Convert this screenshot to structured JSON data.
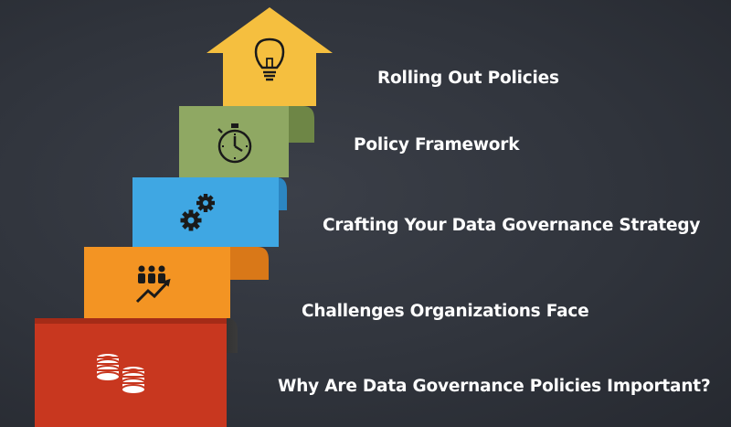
{
  "steps": [
    {
      "label": "Why Are Data Governance Policies Important?",
      "color": "#c8371f",
      "icon": "coins-icon"
    },
    {
      "label": "Challenges Organizations Face",
      "color": "#f39423",
      "icon": "team-growth-icon"
    },
    {
      "label": "Crafting Your Data Governance Strategy",
      "color": "#3fa7e3",
      "icon": "gears-icon"
    },
    {
      "label": "Policy Framework",
      "color": "#8fa863",
      "icon": "stopwatch-icon"
    },
    {
      "label": "Rolling Out Policies",
      "color": "#f5bf3f",
      "icon": "lightbulb-icon"
    }
  ],
  "colors": {
    "background": "#30343c",
    "text": "#ffffff"
  }
}
